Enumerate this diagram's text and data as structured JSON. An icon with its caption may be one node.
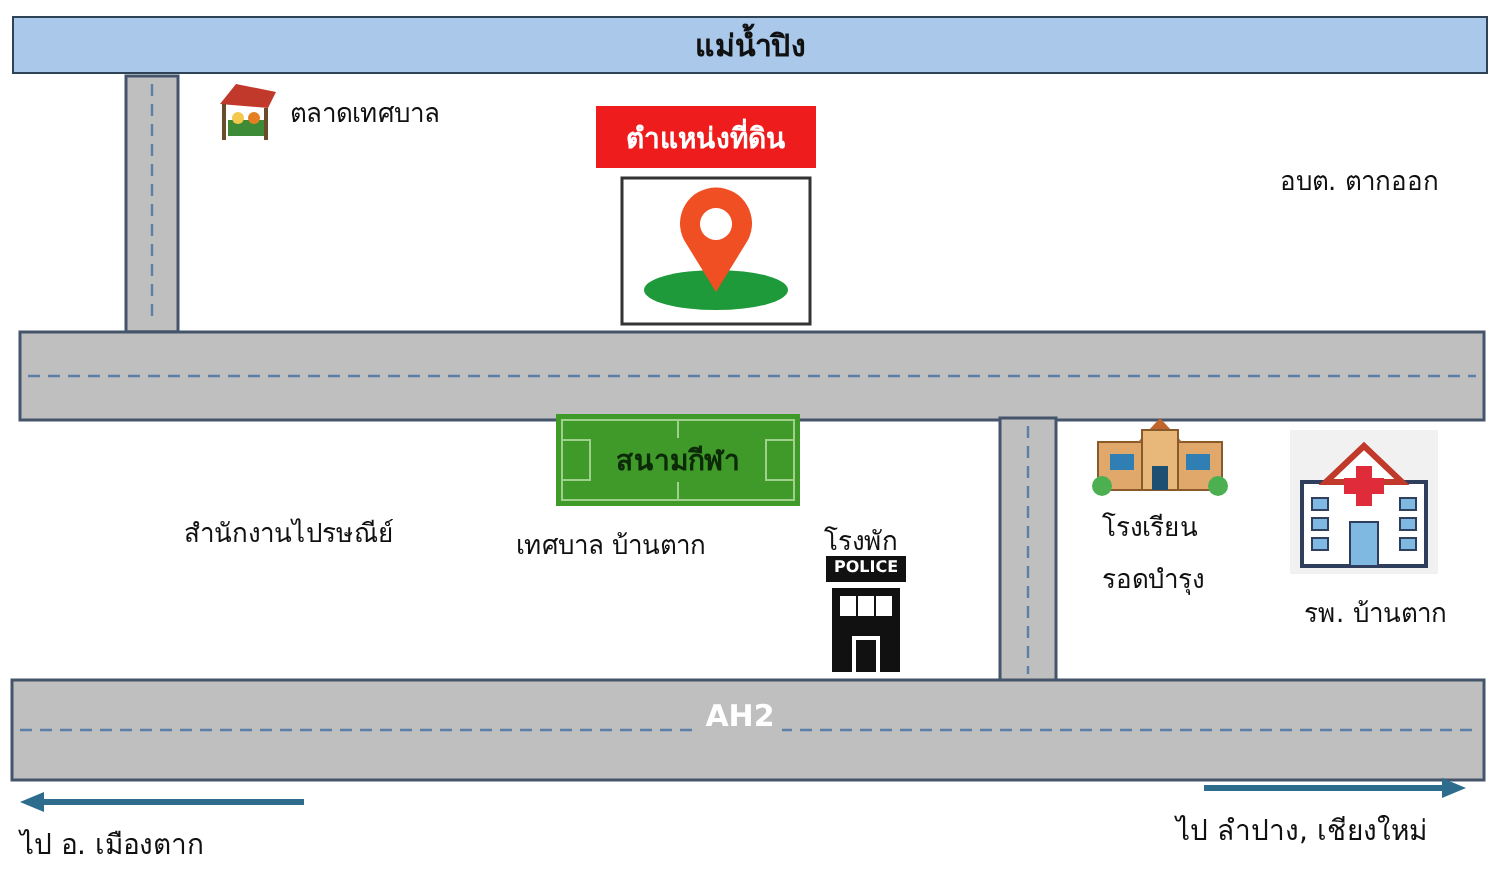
{
  "diagram": {
    "nodes": [
      {
        "text": [
          "แม่น้ำปิง"
        ]
      },
      {
        "text": [
          "ตำแหน่งที่ดิน"
        ]
      },
      {
        "text": [
          "สนามกีฬา"
        ]
      },
      {
        "text": [
          "AH2"
        ]
      }
    ],
    "labels": [
      "ตลาดเทศบาล",
      "อบต. ตากออก",
      "สำนักงานไปรษณีย์",
      "เทศบาล บ้านตาก",
      "โรงพัก",
      "POLICE",
      "โรงเรียน รอดบำรุง",
      "รพ. บ้านตาก",
      "ไป อ. เมืองตาก",
      "ไป ลำปาง, เชียงใหม่"
    ]
  }
}
